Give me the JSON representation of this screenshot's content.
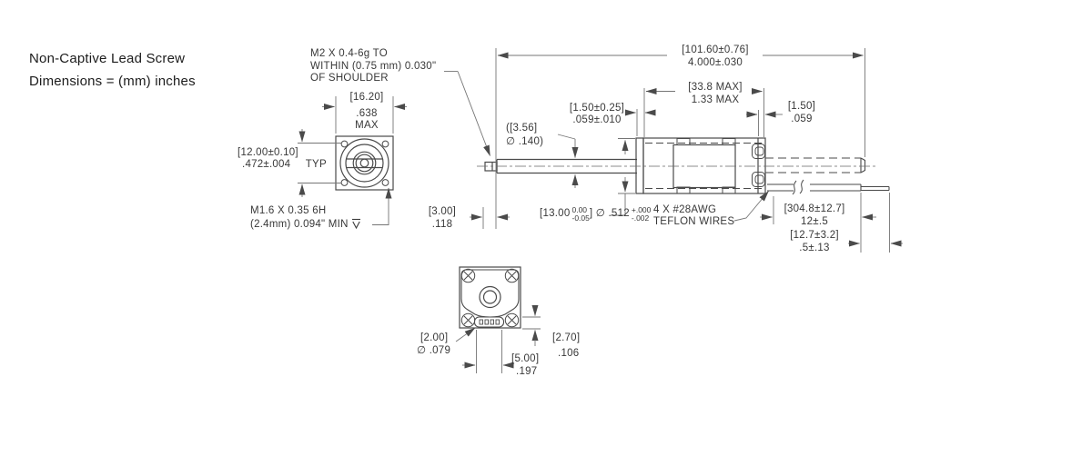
{
  "drawing": {
    "title_line1": "Non-Captive Lead Screw",
    "title_line2": "Dimensions = (mm) inches",
    "notes": {
      "m2_line1": "M2 X 0.4-6g TO",
      "m2_line2": "WITHIN (0.75 mm) 0.030\"",
      "m2_line3": "OF SHOULDER",
      "m16_line1": "M1.6 X 0.35 6H",
      "m16_line2": "(2.4mm) 0.094\" MIN",
      "wires_line1": "4 X #28AWG",
      "wires_line2": "TEFLON WIRES"
    },
    "dims": {
      "flange_width": {
        "mm": "[16.20]",
        "inch": ".638",
        "qual": "MAX"
      },
      "bolt_spacing": {
        "mm": "[12.00±0.10]",
        "inch": ".472±.004",
        "qual": "TYP"
      },
      "tip_length": {
        "mm": "[3.00]",
        "inch": ".118"
      },
      "screw_dia": {
        "mm": "([3.56]",
        "inch": "∅ .140)"
      },
      "flange_thick": {
        "mm": "[1.50±0.25]",
        "inch": ".059±.010"
      },
      "body_dia": {
        "mm_prefix": "[13.00",
        "mm_tol_up": "0.00",
        "mm_tol_dn": "-0.05",
        "mm_suffix": "]",
        "inch_prefix": "∅ .512",
        "inch_tol_up": "+.000",
        "inch_tol_dn": "-.002"
      },
      "overall_length": {
        "mm": "[101.60±0.76]",
        "inch": "4.000±.030"
      },
      "body_length": {
        "mm": "[33.8 MAX]",
        "inch": "1.33 MAX"
      },
      "cap_thick": {
        "mm": "[1.50]",
        "inch": ".059"
      },
      "wire_length": {
        "mm": "[304.8±12.7]",
        "inch": "12±.5"
      },
      "strip_length": {
        "mm": "[12.7±3.2]",
        "inch": ".5±.13"
      },
      "pin_dia": {
        "mm": "[2.00]",
        "inch": "∅ .079"
      },
      "connector_width": {
        "mm": "[5.00]",
        "inch": ".197"
      },
      "connector_offset": {
        "mm": "[2.70]",
        "inch": ".106"
      }
    }
  }
}
